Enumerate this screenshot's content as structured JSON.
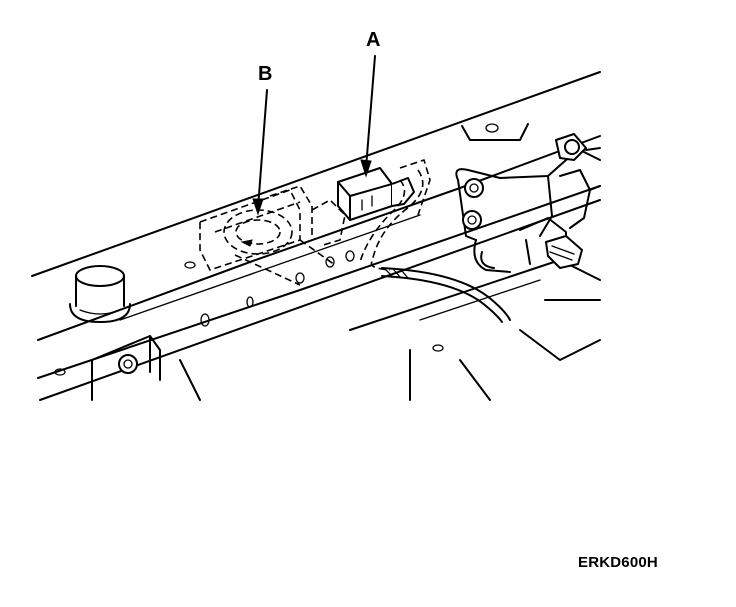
{
  "callouts": {
    "a": "A",
    "b": "B"
  },
  "figure_code": "ERKD600H",
  "colors": {
    "ink": "#000000",
    "paper": "#ffffff"
  }
}
